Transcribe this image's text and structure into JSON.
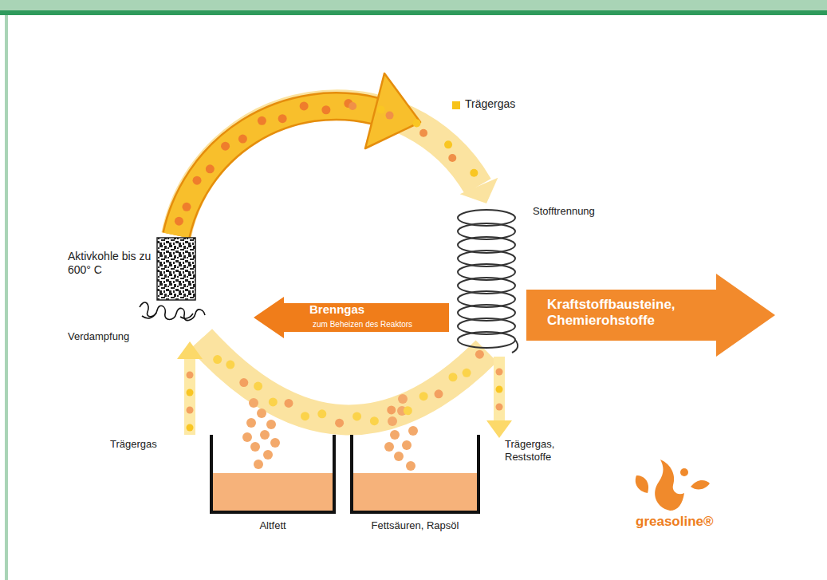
{
  "diagram": {
    "nodes": [
      {
        "text": [
          "Aktivkohle bis zu 600° C"
        ]
      },
      {
        "text": [
          "Stofftrennung"
        ]
      },
      {
        "text": [
          "Brenngas",
          "zum Beheizen des Reaktors"
        ]
      },
      {
        "text": [
          "Kraftstoffbausteine, Chemierohstoffe"
        ]
      },
      {
        "text": [
          "Altfett"
        ]
      },
      {
        "text": [
          "Fettsäuren, Rapsöl"
        ]
      }
    ],
    "edges": [
      {
        "from": 0,
        "to": 1,
        "arrow": "to"
      }
    ],
    "labels": [
      "Verdampfung",
      "Trägergas",
      "Trägergas, Reststoffe",
      "greasoline®"
    ],
    "legend": [
      {
        "text": "Trägergas",
        "color": "#f7c31a"
      }
    ]
  }
}
